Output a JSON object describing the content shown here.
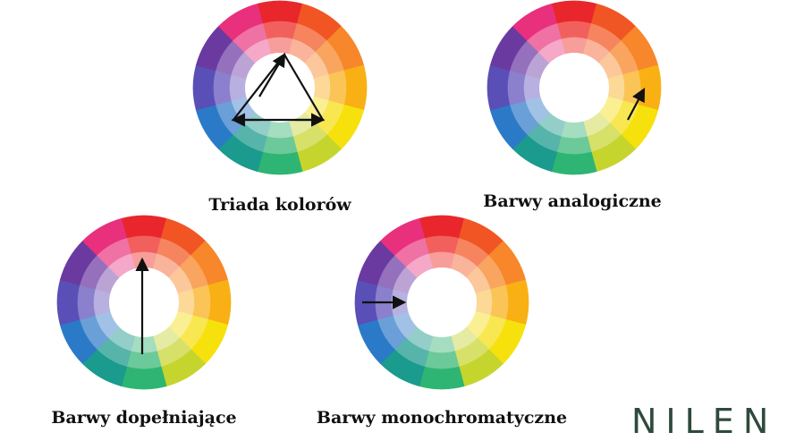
{
  "wheel_colors": {
    "outer": [
      "#e8262b",
      "#f15524",
      "#f7872a",
      "#f9b014",
      "#f6e10d",
      "#c5d52e",
      "#2eb573",
      "#1b9a8e",
      "#2b7ac8",
      "#5a4fb7",
      "#6a3aa0",
      "#e8307d"
    ],
    "middle": [
      "#f2605d",
      "#f6855f",
      "#f9a55f",
      "#fbc456",
      "#f8e751",
      "#d7e068",
      "#6cc99a",
      "#56b4ab",
      "#6a9fd8",
      "#8a80cd",
      "#9570bd",
      "#f071a4"
    ],
    "inner": [
      "#f79d9a",
      "#f9b49b",
      "#fbc79b",
      "#fcd996",
      "#fbef93",
      "#e5eba3",
      "#a4ddc0",
      "#93cec8",
      "#a2c1e6",
      "#b7b0e0",
      "#bba4d5",
      "#f5a8c7"
    ]
  },
  "arrow_color": "#111111",
  "labels": {
    "triad": "Triada kolorów",
    "analog": "Barwy analogiczne",
    "complementary": "Barwy dopełniające",
    "monochromatic": "Barwy monochromatyczne"
  },
  "logo": "NILEN"
}
